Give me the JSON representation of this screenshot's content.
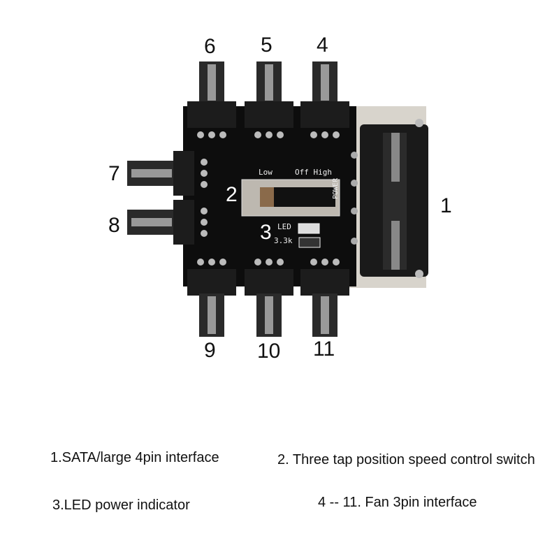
{
  "callouts": {
    "n1": "1",
    "n2": "2",
    "n3": "3",
    "n4": "4",
    "n5": "5",
    "n6": "6",
    "n7": "7",
    "n8": "8",
    "n9": "9",
    "n10": "10",
    "n11": "11"
  },
  "silkscreen": {
    "low": "Low",
    "off_high": "Off High",
    "power": "POWER",
    "led": "LED",
    "resistor": "3.3k"
  },
  "captions": {
    "c1": "1.SATA/large 4pin interface",
    "c2": "2. Three tap position speed control switch",
    "c3": "3.LED power indicator",
    "c4": "4 -- 11. Fan 3pin interface"
  }
}
